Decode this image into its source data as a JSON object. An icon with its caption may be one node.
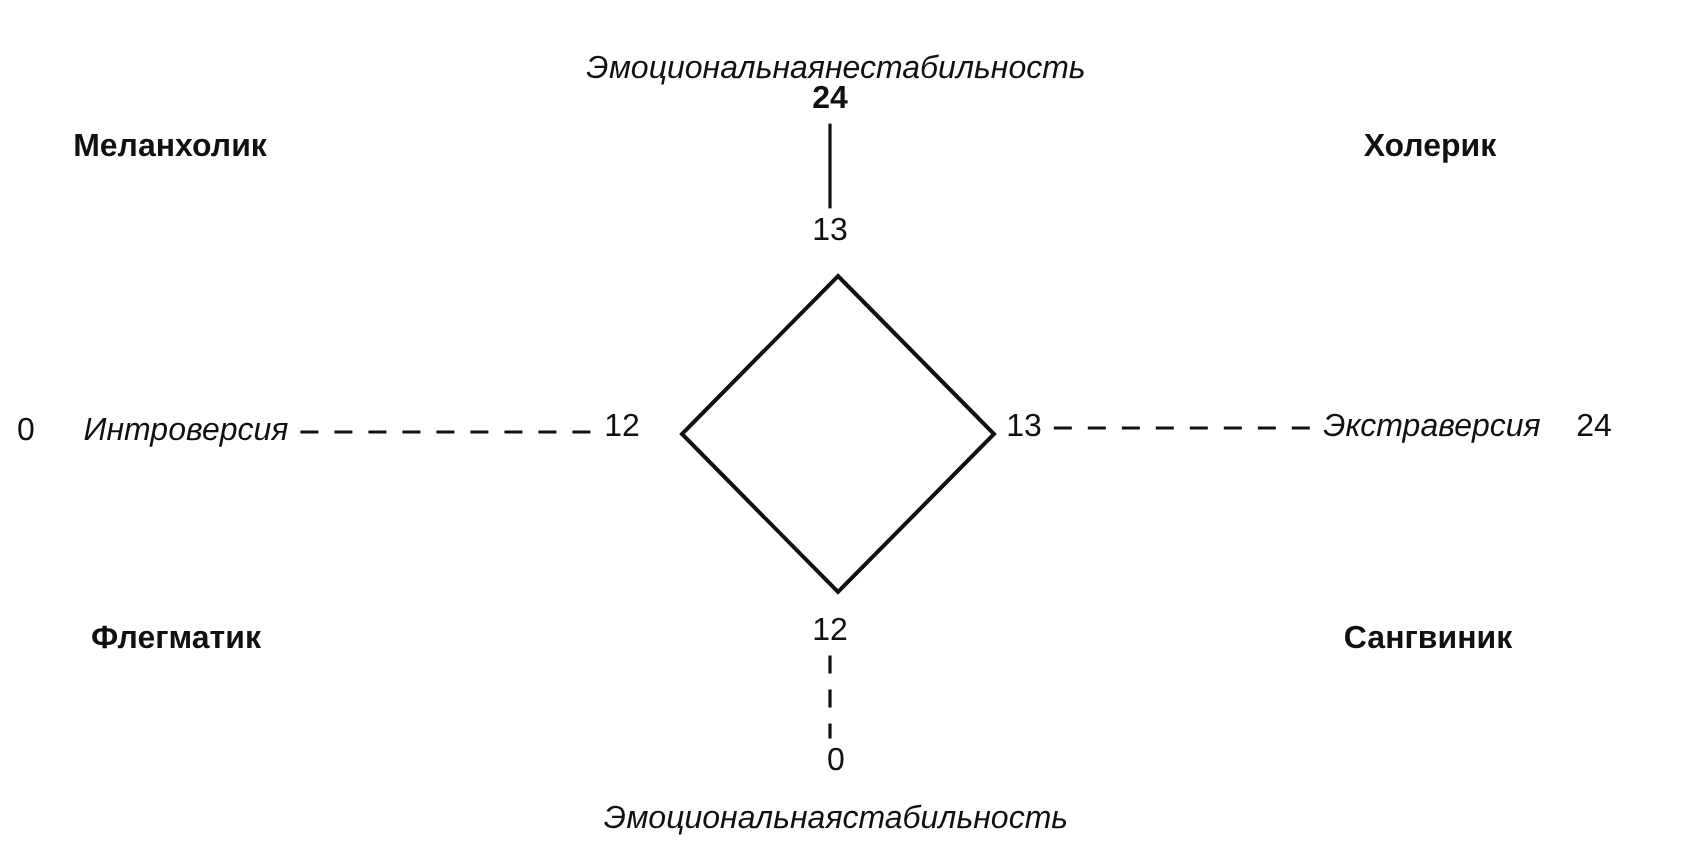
{
  "diagram": {
    "nodes": [
      {
        "text": [
          "24"
        ]
      },
      {
        "text": [
          "13"
        ]
      },
      {
        "text": [
          "Интроверсия"
        ]
      },
      {
        "text": [
          "12"
        ]
      },
      {
        "text": [],
        "shape": "diamond"
      },
      {
        "text": [
          "13"
        ]
      },
      {
        "text": [
          "Экстраверсия"
        ]
      },
      {
        "text": [
          "12"
        ]
      },
      {
        "text": [
          "0"
        ]
      }
    ],
    "edges": [
      {
        "from": 0,
        "to": 1,
        "arrow": "none"
      },
      {
        "from": 2,
        "to": 3,
        "arrow": "none",
        "style": "dashed"
      },
      {
        "from": 5,
        "to": 6,
        "arrow": "none",
        "style": "dashed"
      },
      {
        "from": 7,
        "to": 8,
        "arrow": "none",
        "style": "dashed"
      }
    ],
    "labels": [
      "Эмоциональнаянестабильность",
      "Меланхолик",
      "Холерик",
      "0",
      "24",
      "Флегматик",
      "Сангвиник",
      "Эмоциональнаястабильность"
    ]
  }
}
